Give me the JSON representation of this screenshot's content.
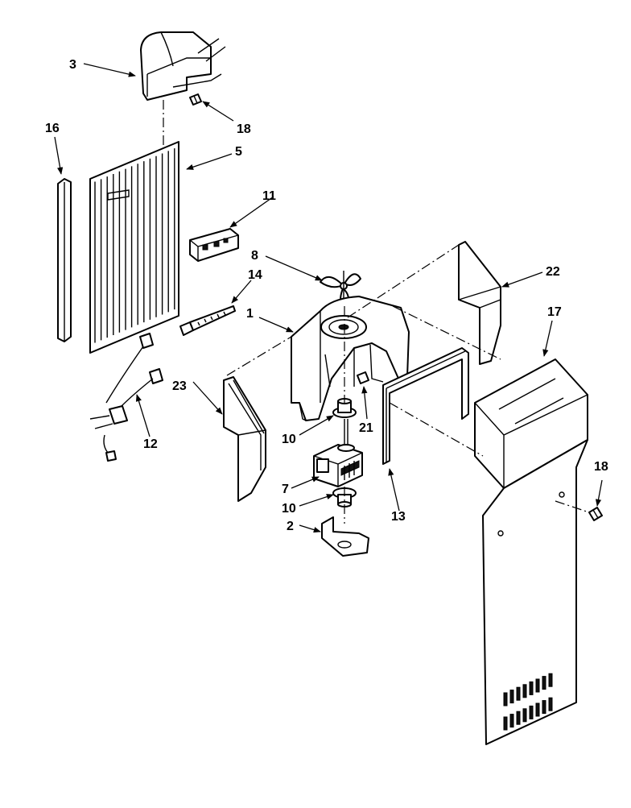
{
  "callouts": [
    {
      "id": "p3",
      "label": "3"
    },
    {
      "id": "p18a",
      "label": "18"
    },
    {
      "id": "p16",
      "label": "16"
    },
    {
      "id": "p5",
      "label": "5"
    },
    {
      "id": "p11",
      "label": "11"
    },
    {
      "id": "p8",
      "label": "8"
    },
    {
      "id": "p22",
      "label": "22"
    },
    {
      "id": "p14",
      "label": "14"
    },
    {
      "id": "p1",
      "label": "1"
    },
    {
      "id": "p17",
      "label": "17"
    },
    {
      "id": "p23",
      "label": "23"
    },
    {
      "id": "p21",
      "label": "21"
    },
    {
      "id": "p10a",
      "label": "10"
    },
    {
      "id": "p12",
      "label": "12"
    },
    {
      "id": "p7",
      "label": "7"
    },
    {
      "id": "p13",
      "label": "13"
    },
    {
      "id": "p18b",
      "label": "18"
    },
    {
      "id": "p10b",
      "label": "10"
    },
    {
      "id": "p2",
      "label": "2"
    }
  ]
}
